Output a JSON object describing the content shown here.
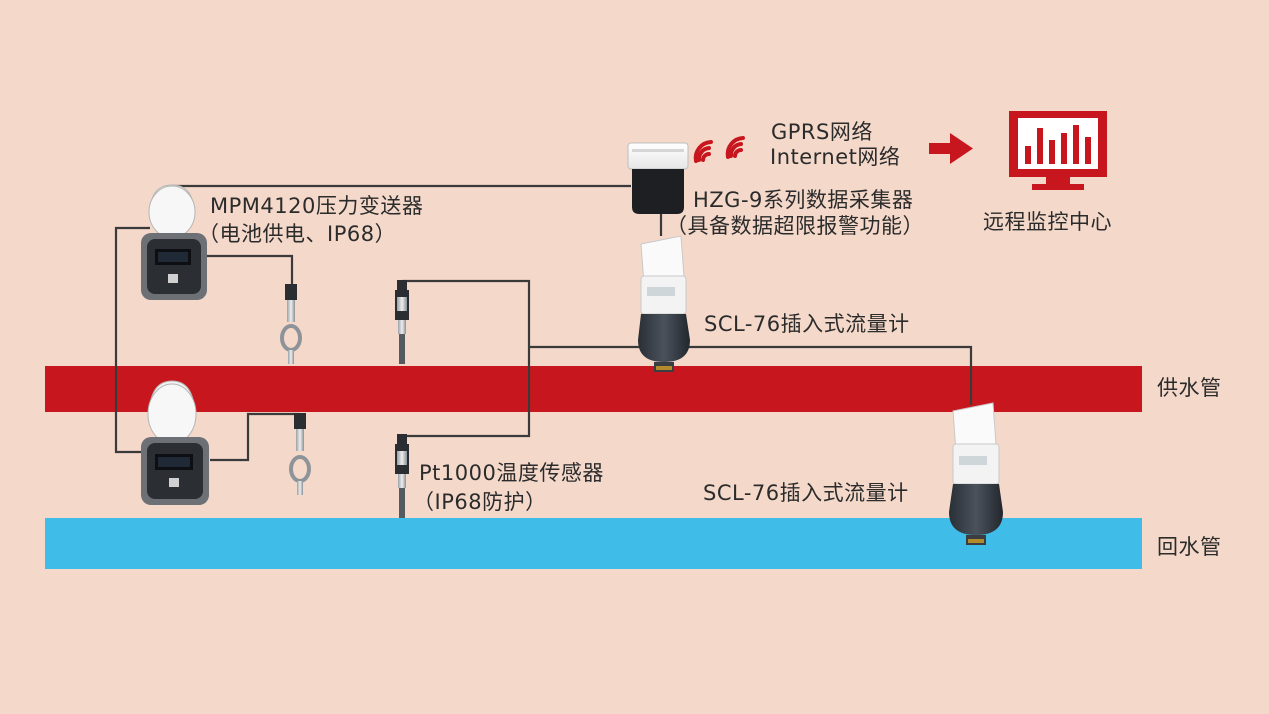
{
  "network": {
    "gprs": "GPRS网络",
    "internet": "Internet网络"
  },
  "collector": {
    "name": "HZG-9系列数据采集器",
    "note": "（具备数据超限报警功能）"
  },
  "monitor_center": {
    "label": "远程监控中心"
  },
  "pressure_transmitter": {
    "name": "MPM4120压力变送器",
    "note": "（电池供电、IP68）"
  },
  "flowmeter_supply": {
    "label": "SCL-76插入式流量计"
  },
  "flowmeter_return": {
    "label": "SCL-76插入式流量计"
  },
  "temperature_sensor": {
    "name": "Pt1000温度传感器",
    "note": "（IP68防护）"
  },
  "pipes": {
    "supply": {
      "label": "供水管",
      "color": "#c8161e"
    },
    "return": {
      "label": "回水管",
      "color": "#3fbde8"
    }
  },
  "colors": {
    "signal": "#c8161e",
    "wire": "#3a3a3a",
    "background": "#f4d9cb"
  }
}
